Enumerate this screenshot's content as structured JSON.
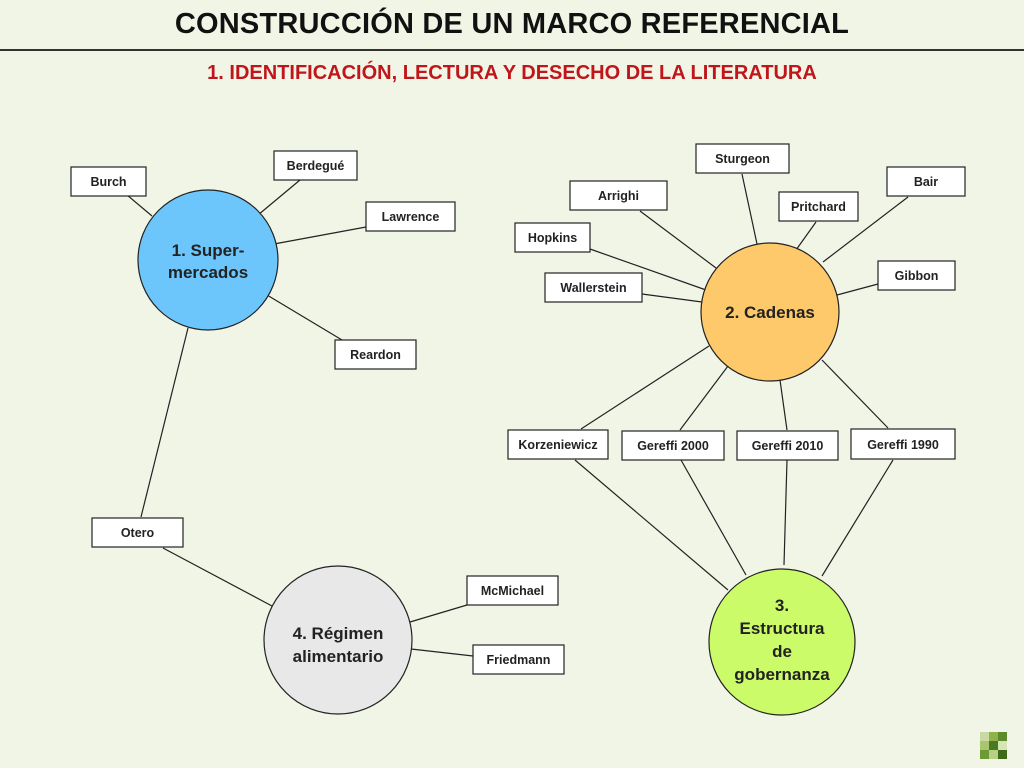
{
  "header": {
    "title": "CONSTRUCCIÓN DE UN MARCO REFERENCIAL",
    "subtitle": "1. IDENTIFICACIÓN, LECTURA Y DESECHO DE LA LITERATURA"
  },
  "colors": {
    "background": "#f1f5e6",
    "subtitle": "#c0161b",
    "hub_supermercados": "#6cc6fb",
    "hub_cadenas": "#fdc96b",
    "hub_gobernanza": "#ccfb6a",
    "hub_regimen": "#e8e8e8"
  },
  "hubs": {
    "supermercados": {
      "lines": [
        "1. Super-",
        "mercados"
      ]
    },
    "cadenas": {
      "lines": [
        "2. Cadenas"
      ]
    },
    "gobernanza": {
      "lines": [
        "3.",
        "Estructura",
        "de",
        "gobernanza"
      ]
    },
    "regimen": {
      "lines": [
        "4. Régimen",
        "alimentario"
      ]
    }
  },
  "authors": {
    "burch": "Burch",
    "berdegue": "Berdegué",
    "lawrence": "Lawrence",
    "reardon": "Reardon",
    "otero": "Otero",
    "mcmichael": "McMichael",
    "friedmann": "Friedmann",
    "sturgeon": "Sturgeon",
    "arrighi": "Arrighi",
    "bair": "Bair",
    "pritchard": "Pritchard",
    "hopkins": "Hopkins",
    "gibbon": "Gibbon",
    "wallerstein": "Wallerstein",
    "korzeniewicz": "Korzeniewicz",
    "gereffi2000": "Gereffi 2000",
    "gereffi2010": "Gereffi 2010",
    "gereffi1990": "Gereffi 1990"
  }
}
